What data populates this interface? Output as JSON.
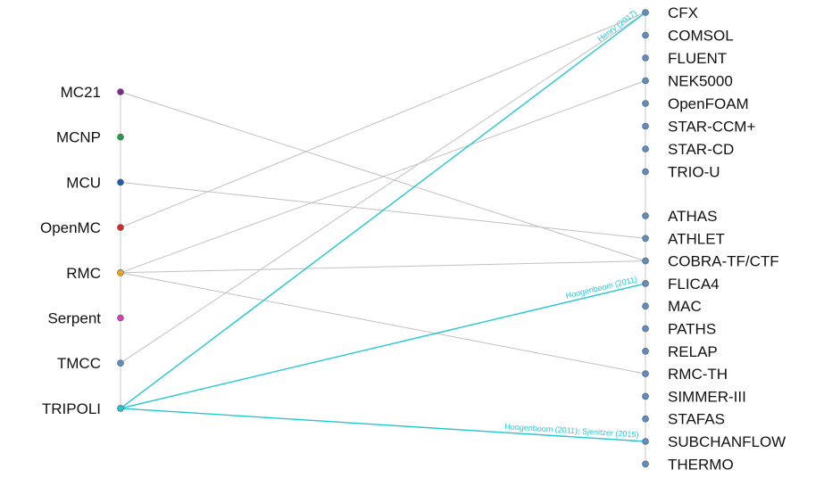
{
  "colors": {
    "edge_default": "#c0c0c0",
    "edge_highlight": "#22c8cc",
    "axis": "#c8c8c8",
    "node_stroke": "#555555",
    "node_default_fill": "#5b8fc4"
  },
  "left_nodes": [
    {
      "id": "mc21",
      "label": "MC21",
      "color": "#7a2c8c"
    },
    {
      "id": "mcnp",
      "label": "MCNP",
      "color": "#1e9e4a"
    },
    {
      "id": "mcu",
      "label": "MCU",
      "color": "#1f5ea8"
    },
    {
      "id": "openmc",
      "label": "OpenMC",
      "color": "#e02424"
    },
    {
      "id": "rmc",
      "label": "RMC",
      "color": "#f2a31b"
    },
    {
      "id": "serpent",
      "label": "Serpent",
      "color": "#d63fb8"
    },
    {
      "id": "tmcc",
      "label": "TMCC",
      "color": "#5b8fc4"
    },
    {
      "id": "tripoli",
      "label": "TRIPOLI",
      "color": "#22c8cc"
    }
  ],
  "right_nodes": [
    {
      "id": "cfx",
      "label": "CFX"
    },
    {
      "id": "comsol",
      "label": "COMSOL"
    },
    {
      "id": "fluent",
      "label": "FLUENT"
    },
    {
      "id": "nek5000",
      "label": "NEK5000"
    },
    {
      "id": "openfoam",
      "label": "OpenFOAM"
    },
    {
      "id": "starccm",
      "label": "STAR-CCM+"
    },
    {
      "id": "starcd",
      "label": "STAR-CD"
    },
    {
      "id": "triou",
      "label": "TRIO-U"
    },
    {
      "id": "athas",
      "label": "ATHAS"
    },
    {
      "id": "athlet",
      "label": "ATHLET"
    },
    {
      "id": "cobra",
      "label": "COBRA-TF/CTF"
    },
    {
      "id": "flica4",
      "label": "FLICA4"
    },
    {
      "id": "mac",
      "label": "MAC"
    },
    {
      "id": "paths",
      "label": "PATHS"
    },
    {
      "id": "relap",
      "label": "RELAP"
    },
    {
      "id": "rmcth",
      "label": "RMC-TH"
    },
    {
      "id": "simmer",
      "label": "SIMMER-III"
    },
    {
      "id": "stafas",
      "label": "STAFAS"
    },
    {
      "id": "subchanflow",
      "label": "SUBCHANFLOW"
    },
    {
      "id": "thermo",
      "label": "THERMO"
    }
  ],
  "edges": [
    {
      "from": "mc21",
      "to": "cobra",
      "highlight": false,
      "label": ""
    },
    {
      "from": "mcu",
      "to": "athlet",
      "highlight": false,
      "label": ""
    },
    {
      "from": "openmc",
      "to": "cfx",
      "highlight": false,
      "label": ""
    },
    {
      "from": "rmc",
      "to": "nek5000",
      "highlight": false,
      "label": ""
    },
    {
      "from": "rmc",
      "to": "cobra",
      "highlight": false,
      "label": ""
    },
    {
      "from": "rmc",
      "to": "rmcth",
      "highlight": false,
      "label": ""
    },
    {
      "from": "tmcc",
      "to": "cfx",
      "highlight": false,
      "label": ""
    },
    {
      "from": "tripoli",
      "to": "cfx",
      "highlight": true,
      "label": "Henry (2017)"
    },
    {
      "from": "tripoli",
      "to": "flica4",
      "highlight": true,
      "label": "Hoogenboom (2011)"
    },
    {
      "from": "tripoli",
      "to": "subchanflow",
      "highlight": true,
      "label": "Hoogenboom (2011); Sjenitzer (2015)"
    }
  ]
}
